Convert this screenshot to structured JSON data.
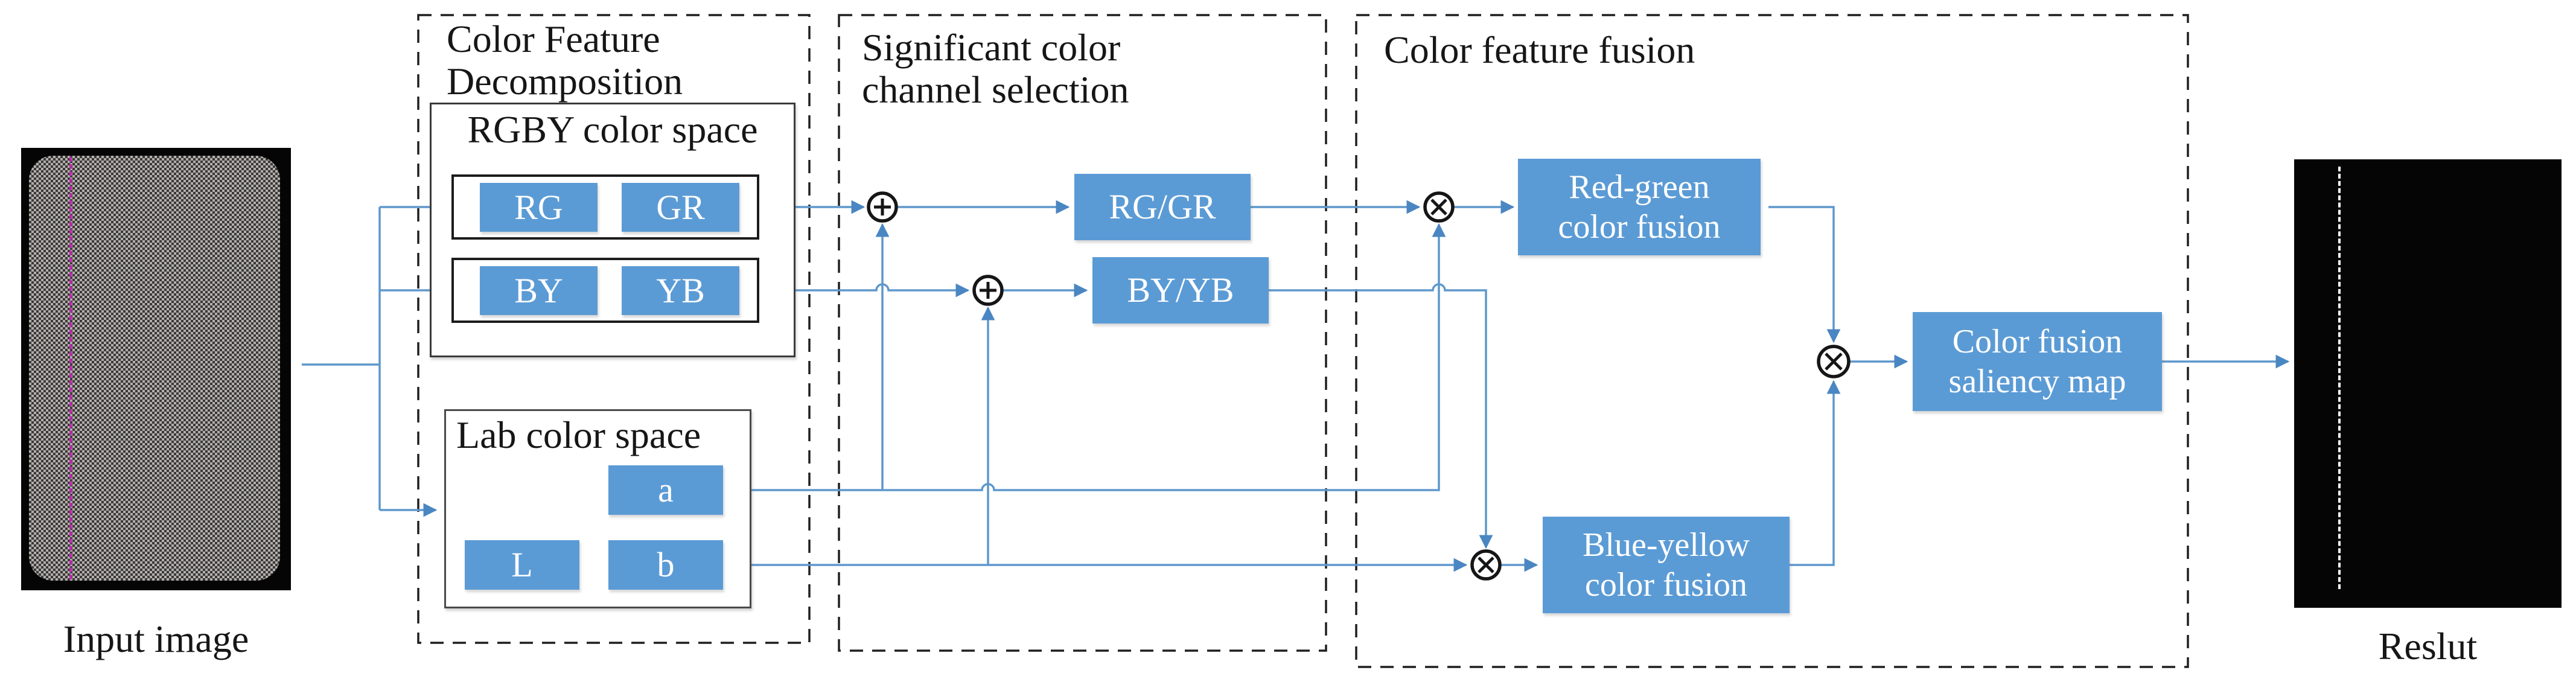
{
  "diagram": {
    "input_figure": {
      "label": "Input image"
    },
    "result_figure": {
      "label": "Reslut"
    },
    "decomposition": {
      "title_line1": "Color Feature",
      "title_line2": "Decomposition",
      "rgby": {
        "title": "RGBY color space",
        "channels": [
          "RG",
          "GR",
          "BY",
          "YB"
        ]
      },
      "lab": {
        "title": "Lab color space",
        "channels": [
          "a",
          "L",
          "b"
        ]
      }
    },
    "selection": {
      "title_line1": "Significant color",
      "title_line2": "channel selection",
      "selected_channels": [
        "RG/GR",
        "BY/YB"
      ]
    },
    "fusion": {
      "title": "Color feature fusion",
      "red_green": {
        "line1": "Red-green",
        "line2": "color fusion"
      },
      "blue_yellow": {
        "line1": "Blue-yellow",
        "line2": "color fusion"
      },
      "saliency": {
        "line1": "Color fusion",
        "line2": "saliency map"
      }
    },
    "operators": {
      "sum_symbol": "⊕",
      "product_symbol": "⊗"
    },
    "colors": {
      "box_blue": "#5b9bd5",
      "wire_blue": "#5e97cc",
      "dash_border": "#1f1f1f",
      "magenta_line": "#c026b2",
      "text_white": "#ffffff"
    }
  }
}
